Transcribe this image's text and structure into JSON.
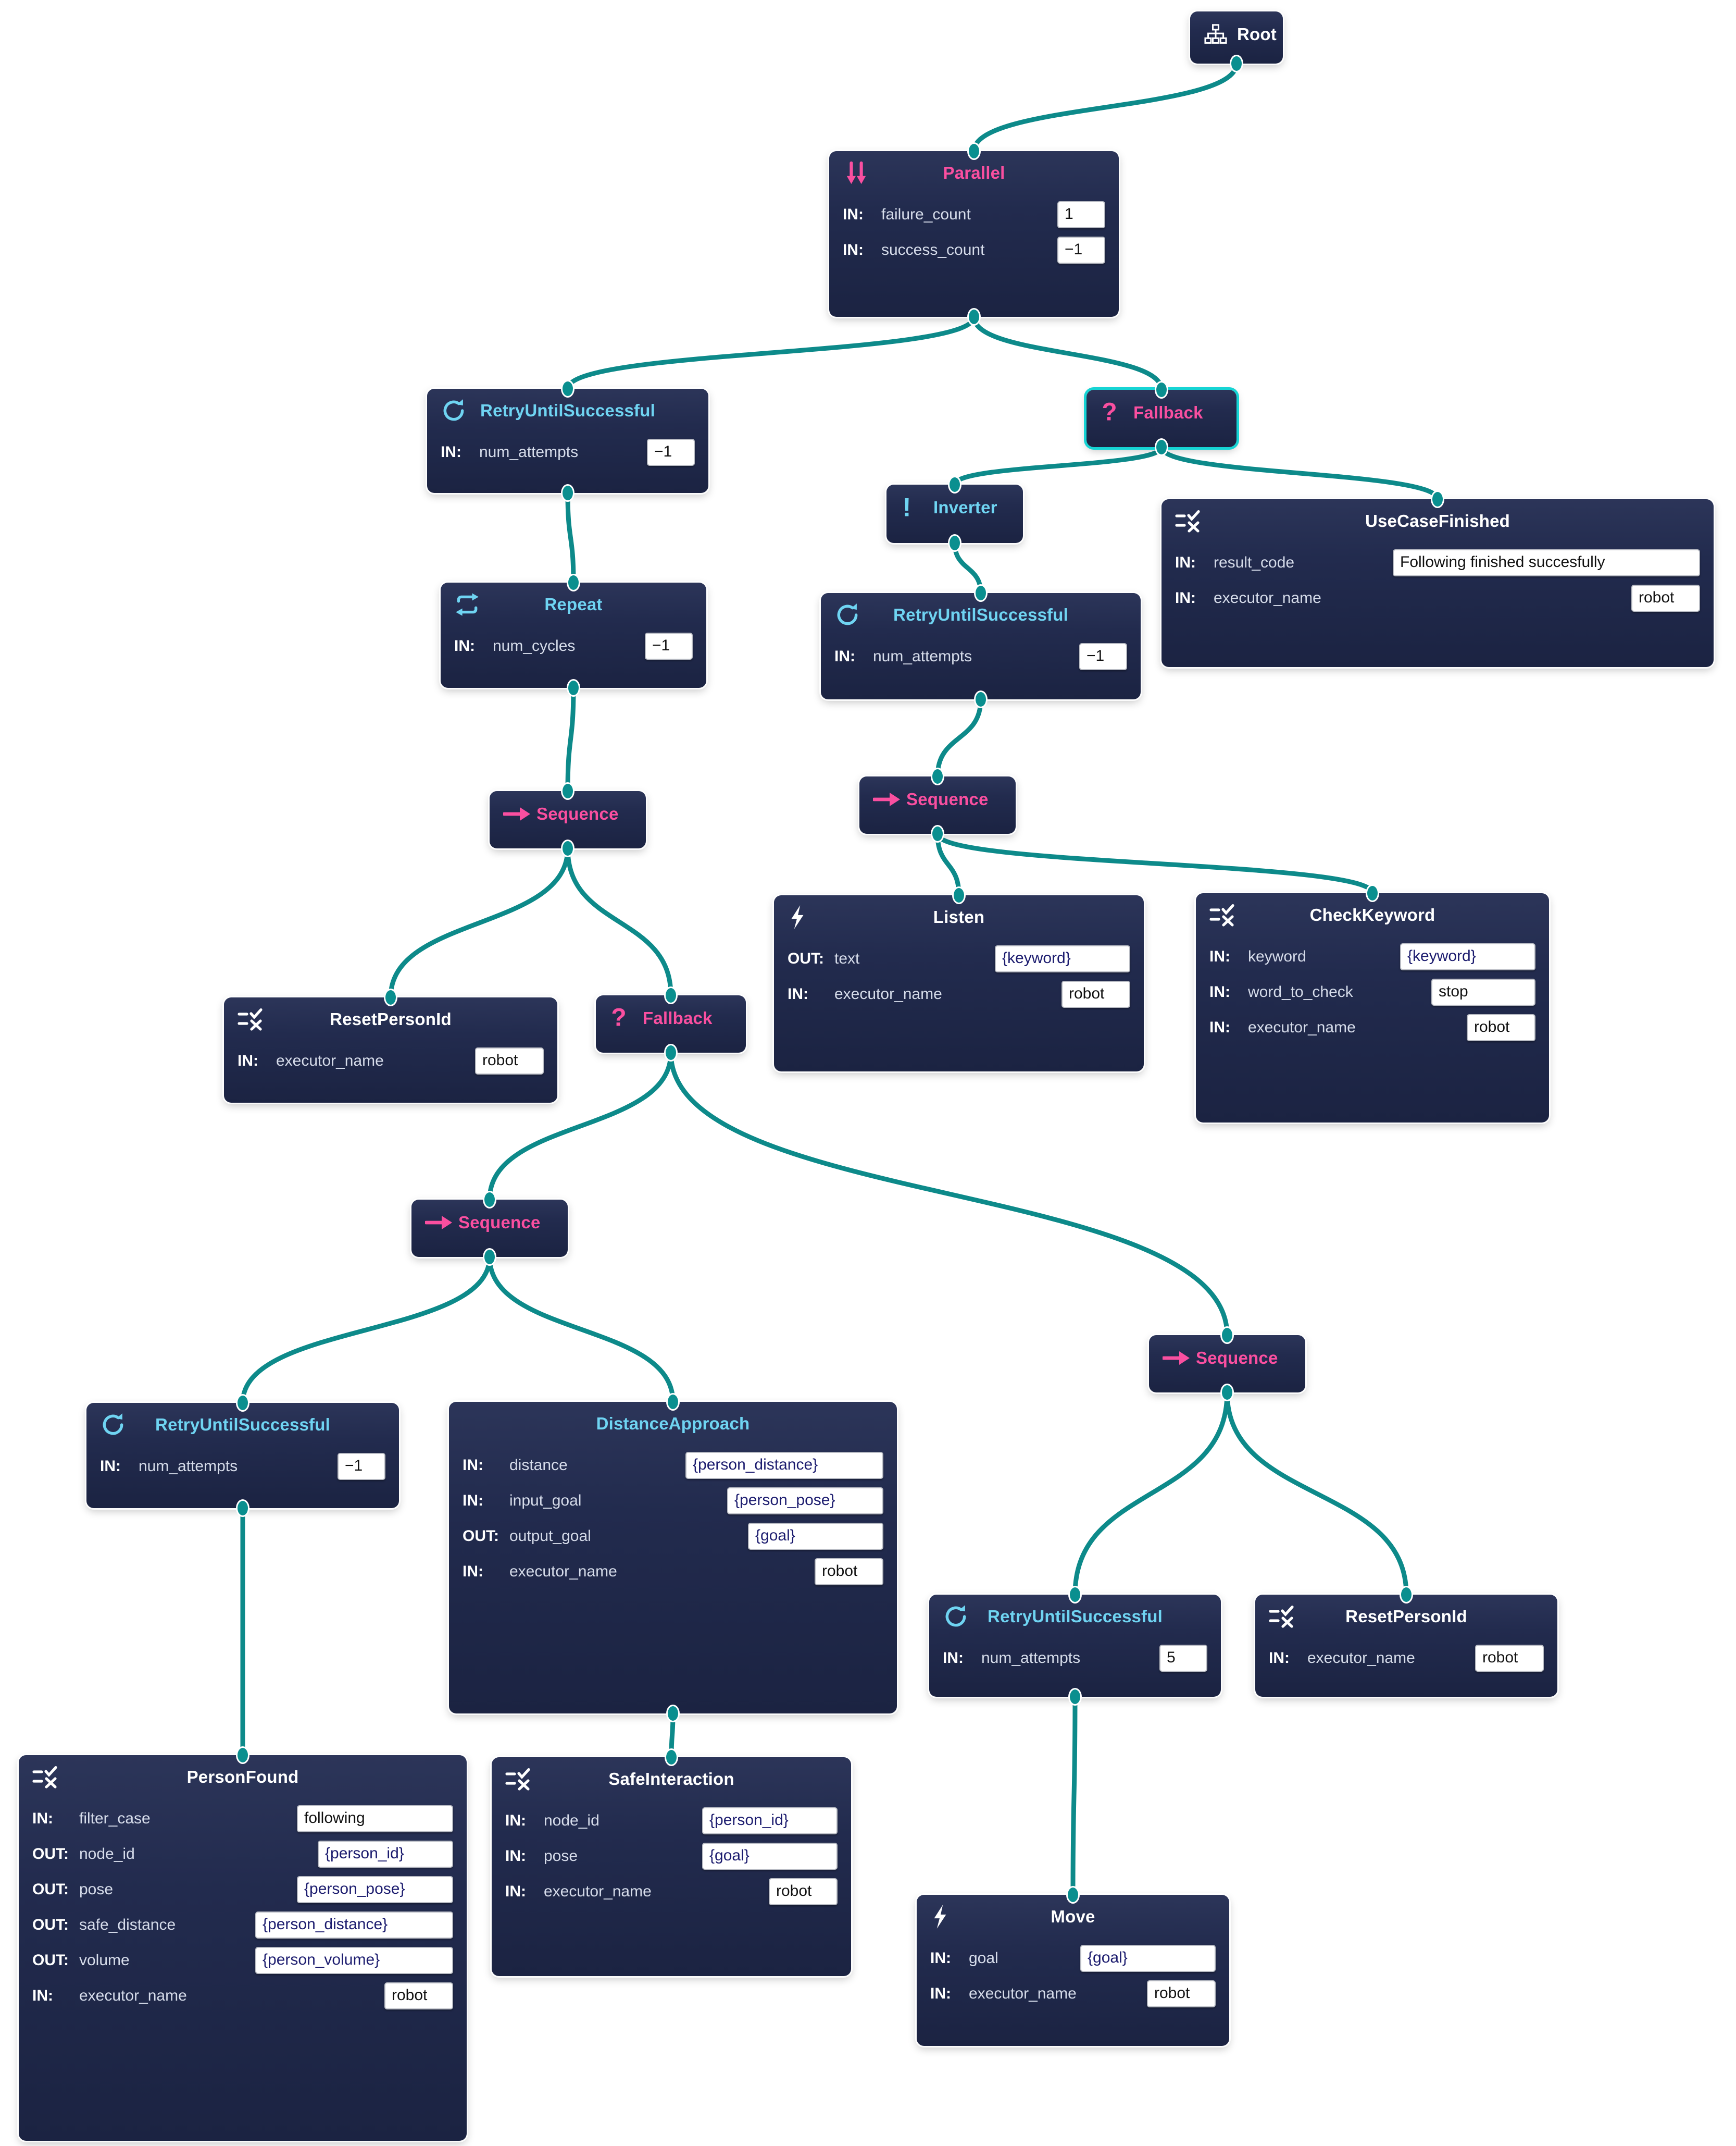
{
  "diagram": {
    "type": "behavior-tree",
    "title_colors": {
      "control_cyan": "#6fd4f2",
      "control_pink": "#fa4fa0",
      "action_white": "#ffffff",
      "port_value_blue": "#1b1b6e",
      "edge_teal": "#0d8a8a",
      "node_bg": "#222b4e",
      "selected_outline": "#16d4d4"
    },
    "labels": {
      "in": "IN:",
      "out": "OUT:"
    }
  },
  "nodes": [
    {
      "id": "root",
      "title": "Root",
      "icon": "sitemap-icon",
      "title_color": "white",
      "layout": "compact",
      "ports": []
    },
    {
      "id": "parallel",
      "title": "Parallel",
      "icon": "double-down-arrow-icon",
      "title_color": "pink",
      "ports": [
        {
          "dir": "IN:",
          "key": "failure_count",
          "value": "1",
          "kind": "literal"
        },
        {
          "dir": "IN:",
          "key": "success_count",
          "value": "−1",
          "kind": "literal"
        }
      ]
    },
    {
      "id": "retry1",
      "title": "RetryUntilSuccessful",
      "icon": "retry-icon",
      "title_color": "cyan",
      "ports": [
        {
          "dir": "IN:",
          "key": "num_attempts",
          "value": "−1",
          "kind": "literal"
        }
      ]
    },
    {
      "id": "fallback1",
      "title": "Fallback",
      "icon": "question-mark-icon",
      "title_color": "pink",
      "layout": "compact",
      "selected": true,
      "ports": []
    },
    {
      "id": "inverter",
      "title": "Inverter",
      "icon": "exclamation-icon",
      "title_color": "cyan",
      "layout": "compact",
      "ports": []
    },
    {
      "id": "usecasefinished",
      "title": "UseCaseFinished",
      "icon": "condition-icon",
      "title_color": "white",
      "ports": [
        {
          "dir": "IN:",
          "key": "result_code",
          "value": "Following finished succesfully",
          "kind": "literal"
        },
        {
          "dir": "IN:",
          "key": "executor_name",
          "value": "robot",
          "kind": "literal"
        }
      ]
    },
    {
      "id": "repeat",
      "title": "Repeat",
      "icon": "repeat-icon",
      "title_color": "cyan",
      "ports": [
        {
          "dir": "IN:",
          "key": "num_cycles",
          "value": "−1",
          "kind": "literal"
        }
      ]
    },
    {
      "id": "retry2",
      "title": "RetryUntilSuccessful",
      "icon": "retry-icon",
      "title_color": "cyan",
      "ports": [
        {
          "dir": "IN:",
          "key": "num_attempts",
          "value": "−1",
          "kind": "literal"
        }
      ]
    },
    {
      "id": "sequence1",
      "title": "Sequence",
      "icon": "right-arrow-icon",
      "title_color": "pink",
      "layout": "compact",
      "ports": []
    },
    {
      "id": "sequence2",
      "title": "Sequence",
      "icon": "right-arrow-icon",
      "title_color": "pink",
      "layout": "compact",
      "ports": []
    },
    {
      "id": "listen",
      "title": "Listen",
      "icon": "lightning-icon",
      "title_color": "white",
      "ports": [
        {
          "dir": "OUT:",
          "key": "text",
          "value": "{keyword}",
          "kind": "blackboard"
        },
        {
          "dir": "IN:",
          "key": "executor_name",
          "value": "robot",
          "kind": "literal"
        }
      ]
    },
    {
      "id": "checkkeyword",
      "title": "CheckKeyword",
      "icon": "condition-icon",
      "title_color": "white",
      "ports": [
        {
          "dir": "IN:",
          "key": "keyword",
          "value": "{keyword}",
          "kind": "blackboard"
        },
        {
          "dir": "IN:",
          "key": "word_to_check",
          "value": "stop",
          "kind": "literal"
        },
        {
          "dir": "IN:",
          "key": "executor_name",
          "value": "robot",
          "kind": "literal"
        }
      ]
    },
    {
      "id": "resetpersonid1",
      "title": "ResetPersonId",
      "icon": "condition-icon",
      "title_color": "white",
      "ports": [
        {
          "dir": "IN:",
          "key": "executor_name",
          "value": "robot",
          "kind": "literal"
        }
      ]
    },
    {
      "id": "fallback2",
      "title": "Fallback",
      "icon": "question-mark-icon",
      "title_color": "pink",
      "layout": "compact",
      "ports": []
    },
    {
      "id": "sequence3",
      "title": "Sequence",
      "icon": "right-arrow-icon",
      "title_color": "pink",
      "layout": "compact",
      "ports": []
    },
    {
      "id": "sequence4",
      "title": "Sequence",
      "icon": "right-arrow-icon",
      "title_color": "pink",
      "layout": "compact",
      "ports": []
    },
    {
      "id": "retry3",
      "title": "RetryUntilSuccessful",
      "icon": "retry-icon",
      "title_color": "cyan",
      "ports": [
        {
          "dir": "IN:",
          "key": "num_attempts",
          "value": "−1",
          "kind": "literal"
        }
      ]
    },
    {
      "id": "distanceapproach",
      "title": "DistanceApproach",
      "icon": "none",
      "title_color": "cyan",
      "ports": [
        {
          "dir": "IN:",
          "key": "distance",
          "value": "{person_distance}",
          "kind": "blackboard"
        },
        {
          "dir": "IN:",
          "key": "input_goal",
          "value": "{person_pose}",
          "kind": "blackboard"
        },
        {
          "dir": "OUT:",
          "key": "output_goal",
          "value": "{goal}",
          "kind": "blackboard"
        },
        {
          "dir": "IN:",
          "key": "executor_name",
          "value": "robot",
          "kind": "literal"
        }
      ]
    },
    {
      "id": "retry4",
      "title": "RetryUntilSuccessful",
      "icon": "retry-icon",
      "title_color": "cyan",
      "ports": [
        {
          "dir": "IN:",
          "key": "num_attempts",
          "value": "5",
          "kind": "literal"
        }
      ]
    },
    {
      "id": "resetpersonid2",
      "title": "ResetPersonId",
      "icon": "condition-icon",
      "title_color": "white",
      "ports": [
        {
          "dir": "IN:",
          "key": "executor_name",
          "value": "robot",
          "kind": "literal"
        }
      ]
    },
    {
      "id": "personfound",
      "title": "PersonFound",
      "icon": "condition-icon",
      "title_color": "white",
      "ports": [
        {
          "dir": "IN:",
          "key": "filter_case",
          "value": "following",
          "kind": "literal"
        },
        {
          "dir": "OUT:",
          "key": "node_id",
          "value": "{person_id}",
          "kind": "blackboard"
        },
        {
          "dir": "OUT:",
          "key": "pose",
          "value": "{person_pose}",
          "kind": "blackboard"
        },
        {
          "dir": "OUT:",
          "key": "safe_distance",
          "value": "{person_distance}",
          "kind": "blackboard"
        },
        {
          "dir": "OUT:",
          "key": "volume",
          "value": "{person_volume}",
          "kind": "blackboard"
        },
        {
          "dir": "IN:",
          "key": "executor_name",
          "value": "robot",
          "kind": "literal"
        }
      ]
    },
    {
      "id": "safeinteraction",
      "title": "SafeInteraction",
      "icon": "condition-icon",
      "title_color": "white",
      "ports": [
        {
          "dir": "IN:",
          "key": "node_id",
          "value": "{person_id}",
          "kind": "blackboard"
        },
        {
          "dir": "IN:",
          "key": "pose",
          "value": "{goal}",
          "kind": "blackboard"
        },
        {
          "dir": "IN:",
          "key": "executor_name",
          "value": "robot",
          "kind": "literal"
        }
      ]
    },
    {
      "id": "move",
      "title": "Move",
      "icon": "lightning-icon",
      "title_color": "white",
      "ports": [
        {
          "dir": "IN:",
          "key": "goal",
          "value": "{goal}",
          "kind": "blackboard"
        },
        {
          "dir": "IN:",
          "key": "executor_name",
          "value": "robot",
          "kind": "literal"
        }
      ]
    }
  ],
  "edges": [
    {
      "from": "root",
      "to": "parallel"
    },
    {
      "from": "parallel",
      "to": "retry1"
    },
    {
      "from": "parallel",
      "to": "fallback1"
    },
    {
      "from": "fallback1",
      "to": "inverter"
    },
    {
      "from": "fallback1",
      "to": "usecasefinished"
    },
    {
      "from": "retry1",
      "to": "repeat"
    },
    {
      "from": "inverter",
      "to": "retry2"
    },
    {
      "from": "repeat",
      "to": "sequence1"
    },
    {
      "from": "retry2",
      "to": "sequence2"
    },
    {
      "from": "sequence2",
      "to": "listen"
    },
    {
      "from": "sequence2",
      "to": "checkkeyword"
    },
    {
      "from": "sequence1",
      "to": "resetpersonid1"
    },
    {
      "from": "sequence1",
      "to": "fallback2"
    },
    {
      "from": "fallback2",
      "to": "sequence3"
    },
    {
      "from": "fallback2",
      "to": "sequence4"
    },
    {
      "from": "sequence3",
      "to": "retry3"
    },
    {
      "from": "sequence3",
      "to": "distanceapproach"
    },
    {
      "from": "sequence4",
      "to": "retry4"
    },
    {
      "from": "sequence4",
      "to": "resetpersonid2"
    },
    {
      "from": "retry3",
      "to": "personfound"
    },
    {
      "from": "distanceapproach",
      "to": "safeinteraction"
    },
    {
      "from": "retry4",
      "to": "move"
    }
  ]
}
